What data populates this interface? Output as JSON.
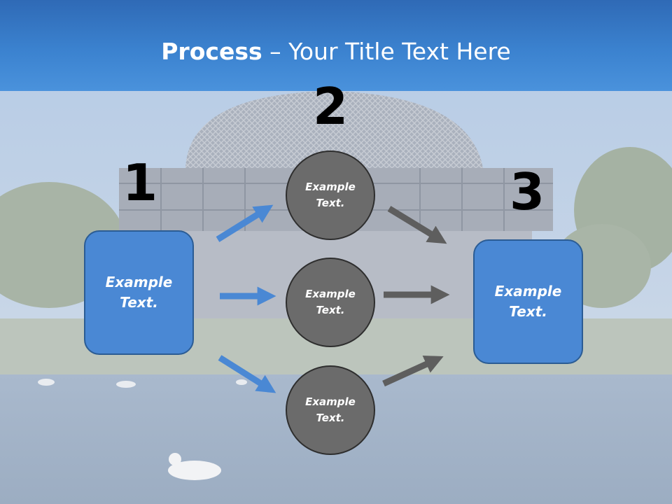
{
  "title": {
    "bold": "Process",
    "rest": " – Your Title Text Here"
  },
  "steps": {
    "one": "1",
    "two": "2",
    "three": "3"
  },
  "left_box": {
    "line1": "Example",
    "line2": "Text."
  },
  "circles": [
    {
      "line1": "Example",
      "line2": "Text."
    },
    {
      "line1": "Example",
      "line2": "Text."
    },
    {
      "line1": "Example",
      "line2": "Text."
    }
  ],
  "right_box": {
    "line1": "Example",
    "line2": "Text."
  },
  "colors": {
    "title_band": "#3b82cf",
    "box": "#4a88d4",
    "circle": "#6b6b6b",
    "blue_arrow": "#4a88d4",
    "gray_arrow": "#5e5e5e"
  }
}
